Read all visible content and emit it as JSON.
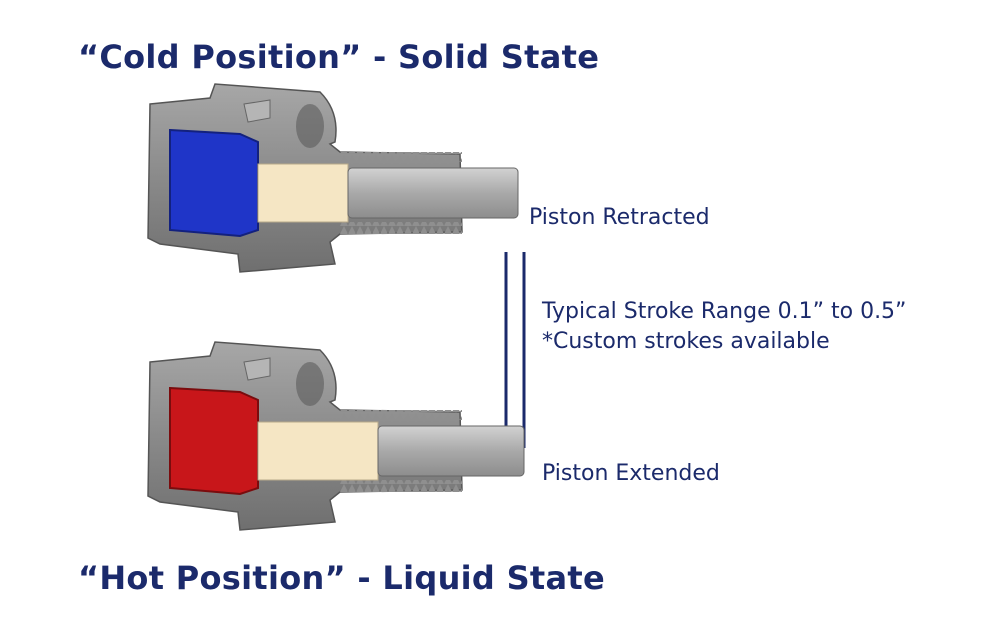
{
  "colors": {
    "text": "#1b2a6b",
    "cold_wax": "#1f35c8",
    "hot_wax": "#c8161a",
    "body": "#8c8c8c",
    "piston": "#b0b0b0",
    "spacer": "#f5e6c4"
  },
  "cold": {
    "title": "“Cold Position” - Solid State",
    "label": "Piston Retracted"
  },
  "hot": {
    "title": "“Hot Position” - Liquid State",
    "label": "Piston Extended"
  },
  "stroke": {
    "line1": "Typical Stroke Range 0.1” to 0.5”",
    "line2": "*Custom strokes available"
  }
}
